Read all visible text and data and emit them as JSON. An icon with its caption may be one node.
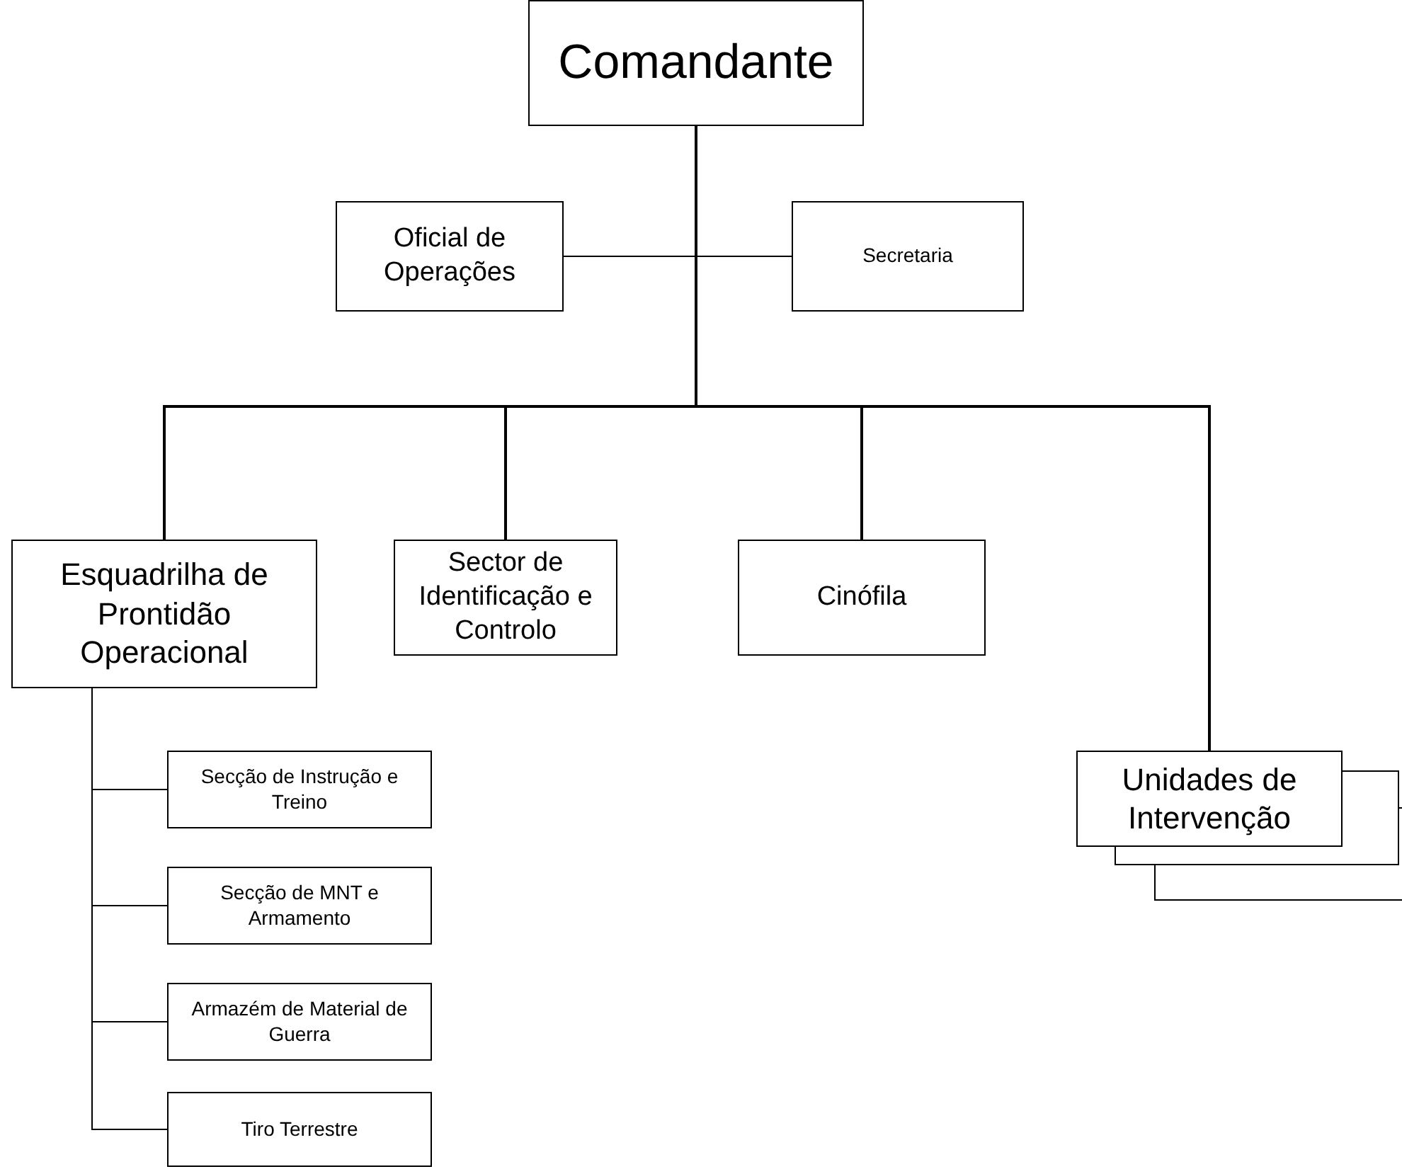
{
  "diagram": {
    "nodes": [
      {
        "text": [
          "Comandante"
        ]
      },
      {
        "text": [
          "Oficial de Operações"
        ]
      },
      {
        "text": [
          "Secretaria"
        ]
      },
      {
        "text": [
          "Esquadrilha de Prontidão Operacional"
        ]
      },
      {
        "text": [
          "Sector de Identificação e Controlo"
        ]
      },
      {
        "text": [
          "Cinófila"
        ]
      },
      {
        "text": [
          "Unidades de Intervenção"
        ]
      },
      {
        "text": [
          "Secção de Instrução e Treino"
        ]
      },
      {
        "text": [
          "Secção de MNT e Armamento"
        ]
      },
      {
        "text": [
          "Armazém de Material de Guerra"
        ]
      },
      {
        "text": [
          "Tiro Terrestre"
        ]
      }
    ],
    "edges": [
      {
        "from": 0,
        "to": 1,
        "arrow": "none"
      },
      {
        "from": 0,
        "to": 2,
        "arrow": "none"
      },
      {
        "from": 0,
        "to": 3,
        "arrow": "none"
      },
      {
        "from": 0,
        "to": 4,
        "arrow": "none"
      },
      {
        "from": 0,
        "to": 5,
        "arrow": "none"
      },
      {
        "from": 0,
        "to": 6,
        "arrow": "none"
      },
      {
        "from": 3,
        "to": 7,
        "arrow": "none"
      },
      {
        "from": 3,
        "to": 8,
        "arrow": "none"
      },
      {
        "from": 3,
        "to": 9,
        "arrow": "none"
      },
      {
        "from": 3,
        "to": 10,
        "arrow": "none"
      }
    ]
  }
}
